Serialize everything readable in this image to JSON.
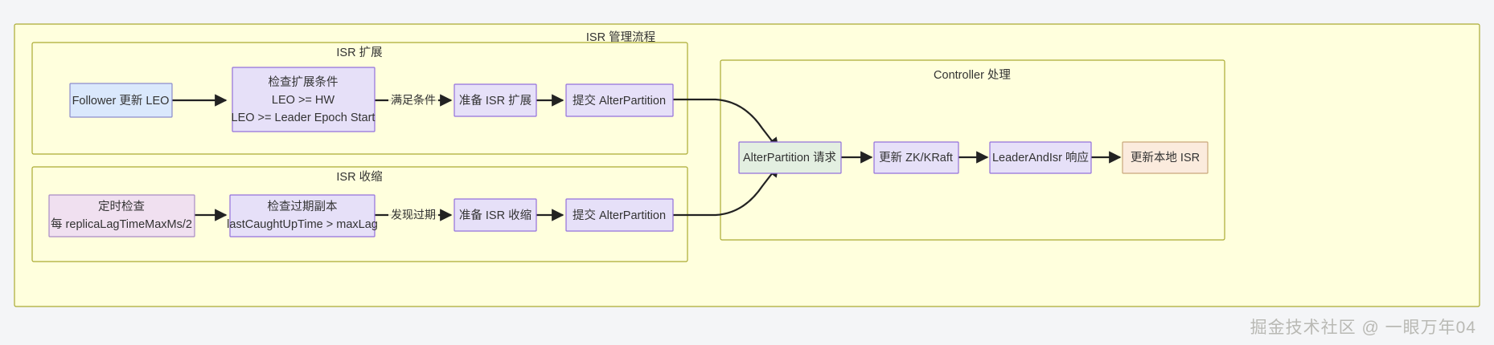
{
  "diagram": {
    "title": "ISR 管理流程",
    "watermark": "掘金技术社区 @ 一眼万年04",
    "clusters": [
      {
        "id": "outer",
        "label": "ISR 管理流程"
      },
      {
        "id": "expand",
        "label": "ISR 扩展"
      },
      {
        "id": "shrink",
        "label": "ISR 收缩"
      },
      {
        "id": "controller",
        "label": "Controller 处理"
      }
    ],
    "nodes": [
      {
        "id": "follower_leo",
        "label": "Follower 更新 LEO",
        "style": "blue"
      },
      {
        "id": "check_expand",
        "label": "检查扩展条件",
        "style": "purple",
        "lines": [
          "检查扩展条件",
          "LEO >= HW",
          "LEO >= Leader Epoch Start"
        ]
      },
      {
        "id": "prepare_expand",
        "label": "准备 ISR 扩展",
        "style": "purple"
      },
      {
        "id": "submit_expand",
        "label": "提交 AlterPartition",
        "style": "purple"
      },
      {
        "id": "timed_check",
        "label": "定时检查",
        "style": "pink",
        "lines": [
          "定时检查",
          "每 replicaLagTimeMaxMs/2"
        ]
      },
      {
        "id": "check_stale",
        "label": "检查过期副本",
        "style": "purple",
        "lines": [
          "检查过期副本",
          "lastCaughtUpTime > maxLag"
        ]
      },
      {
        "id": "prepare_shrink",
        "label": "准备 ISR 收缩",
        "style": "purple"
      },
      {
        "id": "submit_shrink",
        "label": "提交 AlterPartition",
        "style": "purple"
      },
      {
        "id": "alter_request",
        "label": "AlterPartition 请求",
        "style": "green"
      },
      {
        "id": "update_zk",
        "label": "更新 ZK/KRaft",
        "style": "purple"
      },
      {
        "id": "leader_and_isr",
        "label": "LeaderAndIsr 响应",
        "style": "purple"
      },
      {
        "id": "update_local",
        "label": "更新本地 ISR",
        "style": "peach"
      }
    ],
    "edge_labels": [
      {
        "id": "meet_condition",
        "label": "满足条件"
      },
      {
        "id": "found_stale",
        "label": "发现过期"
      }
    ],
    "colors": {
      "cluster_fill": "#ffffdd",
      "cluster_stroke": "#aaaa33",
      "blue_fill": "#dae8fc",
      "purple_fill": "#e6e0f8",
      "pink_fill": "#f0e0f0",
      "green_fill": "#e3efe1",
      "peach_fill": "#fbebdd",
      "edge_stroke": "#222222",
      "page_bg": "#f4f5f7"
    }
  }
}
